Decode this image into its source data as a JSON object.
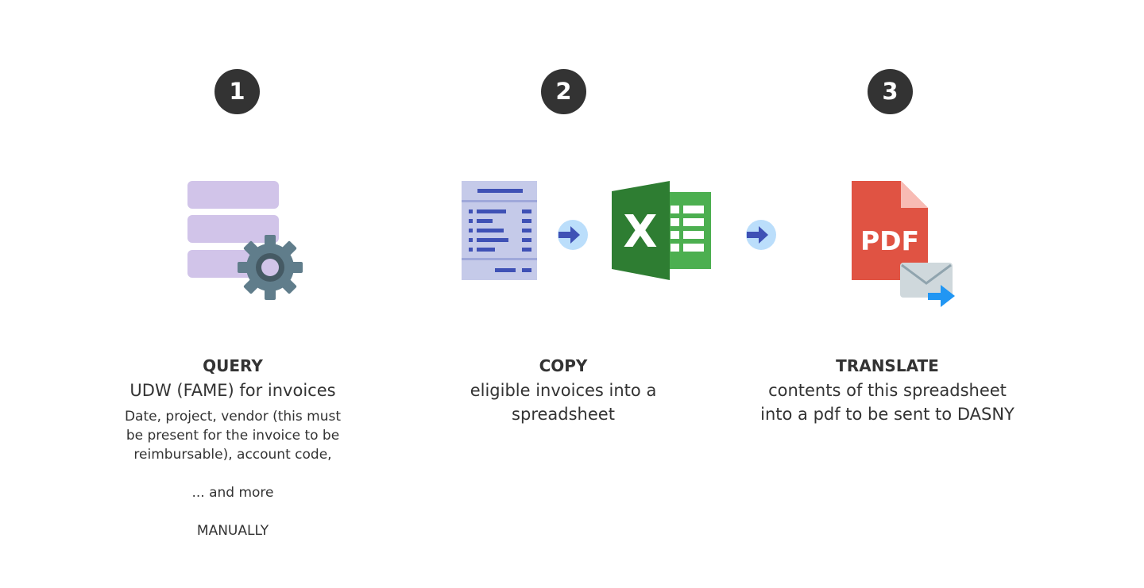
{
  "steps": [
    {
      "number": "1",
      "title": "QUERY",
      "subtitle": "UDW (FAME) for invoices",
      "detail": "Date, project, vendor (this must\nbe present for the invoice to be\nreimbursable), account code,",
      "more": "... and more",
      "method": "MANUALLY"
    },
    {
      "number": "2",
      "title": "COPY",
      "subtitle": "eligible invoices into a\nspreadsheet"
    },
    {
      "number": "3",
      "title": "TRANSLATE",
      "subtitle": "contents of this spreadsheet\ninto a pdf to be sent to DASNY"
    }
  ],
  "icons": {
    "step1": "database-settings-icon",
    "step2_document": "invoice-document-icon",
    "step2_arrow": "arrow-right-icon",
    "step2_excel": "excel-icon",
    "step2_arrow_2": "arrow-right-icon",
    "step3_pdf": "pdf-file-icon",
    "step3_mail": "email-send-icon"
  },
  "labels": {
    "excel_letter": "X",
    "pdf_label": "PDF"
  },
  "colors": {
    "badge": "#333333",
    "text": "#333333",
    "database": "#d1c4e9",
    "gear": "#607d8b",
    "document": "#c5cae9",
    "document_lines": "#3f51b5",
    "arrow_circle": "#bbdefb",
    "arrow": "#3f51b5",
    "excel_dark": "#2e7d32",
    "excel_light": "#4caf50",
    "pdf": "#e05343",
    "envelope": "#cfd8dc",
    "send_arrow": "#2196f3"
  }
}
